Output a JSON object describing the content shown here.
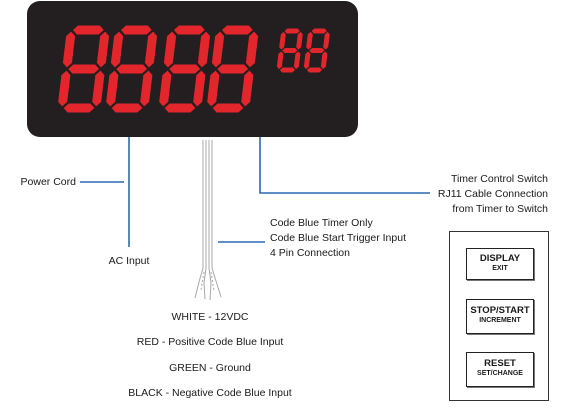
{
  "display": {
    "main_digits": [
      "8",
      "8",
      "8",
      "8"
    ],
    "small_digits": [
      "8",
      "8"
    ],
    "bezel_color": "#231f20",
    "segment_color": "#e3262b"
  },
  "labels": {
    "power_cord": "Power Cord",
    "ac_input": "AC Input",
    "timer_control": [
      "Timer Control Switch",
      "RJ11 Cable Connection",
      "from Timer to Switch"
    ],
    "code_blue": [
      "Code Blue Timer Only",
      "Code Blue Start Trigger Input",
      "4 Pin Connection"
    ],
    "wires": [
      "WHITE - 12VDC",
      "RED - Positive Code Blue Input",
      "GREEN - Ground",
      "BLACK - Negative Code Blue Input"
    ]
  },
  "switch_panel": {
    "buttons": [
      {
        "label": "DISPLAY",
        "sub": "EXIT"
      },
      {
        "label": "STOP/START",
        "sub": "INCREMENT"
      },
      {
        "label": "RESET",
        "sub": "SET/CHANGE"
      }
    ]
  }
}
